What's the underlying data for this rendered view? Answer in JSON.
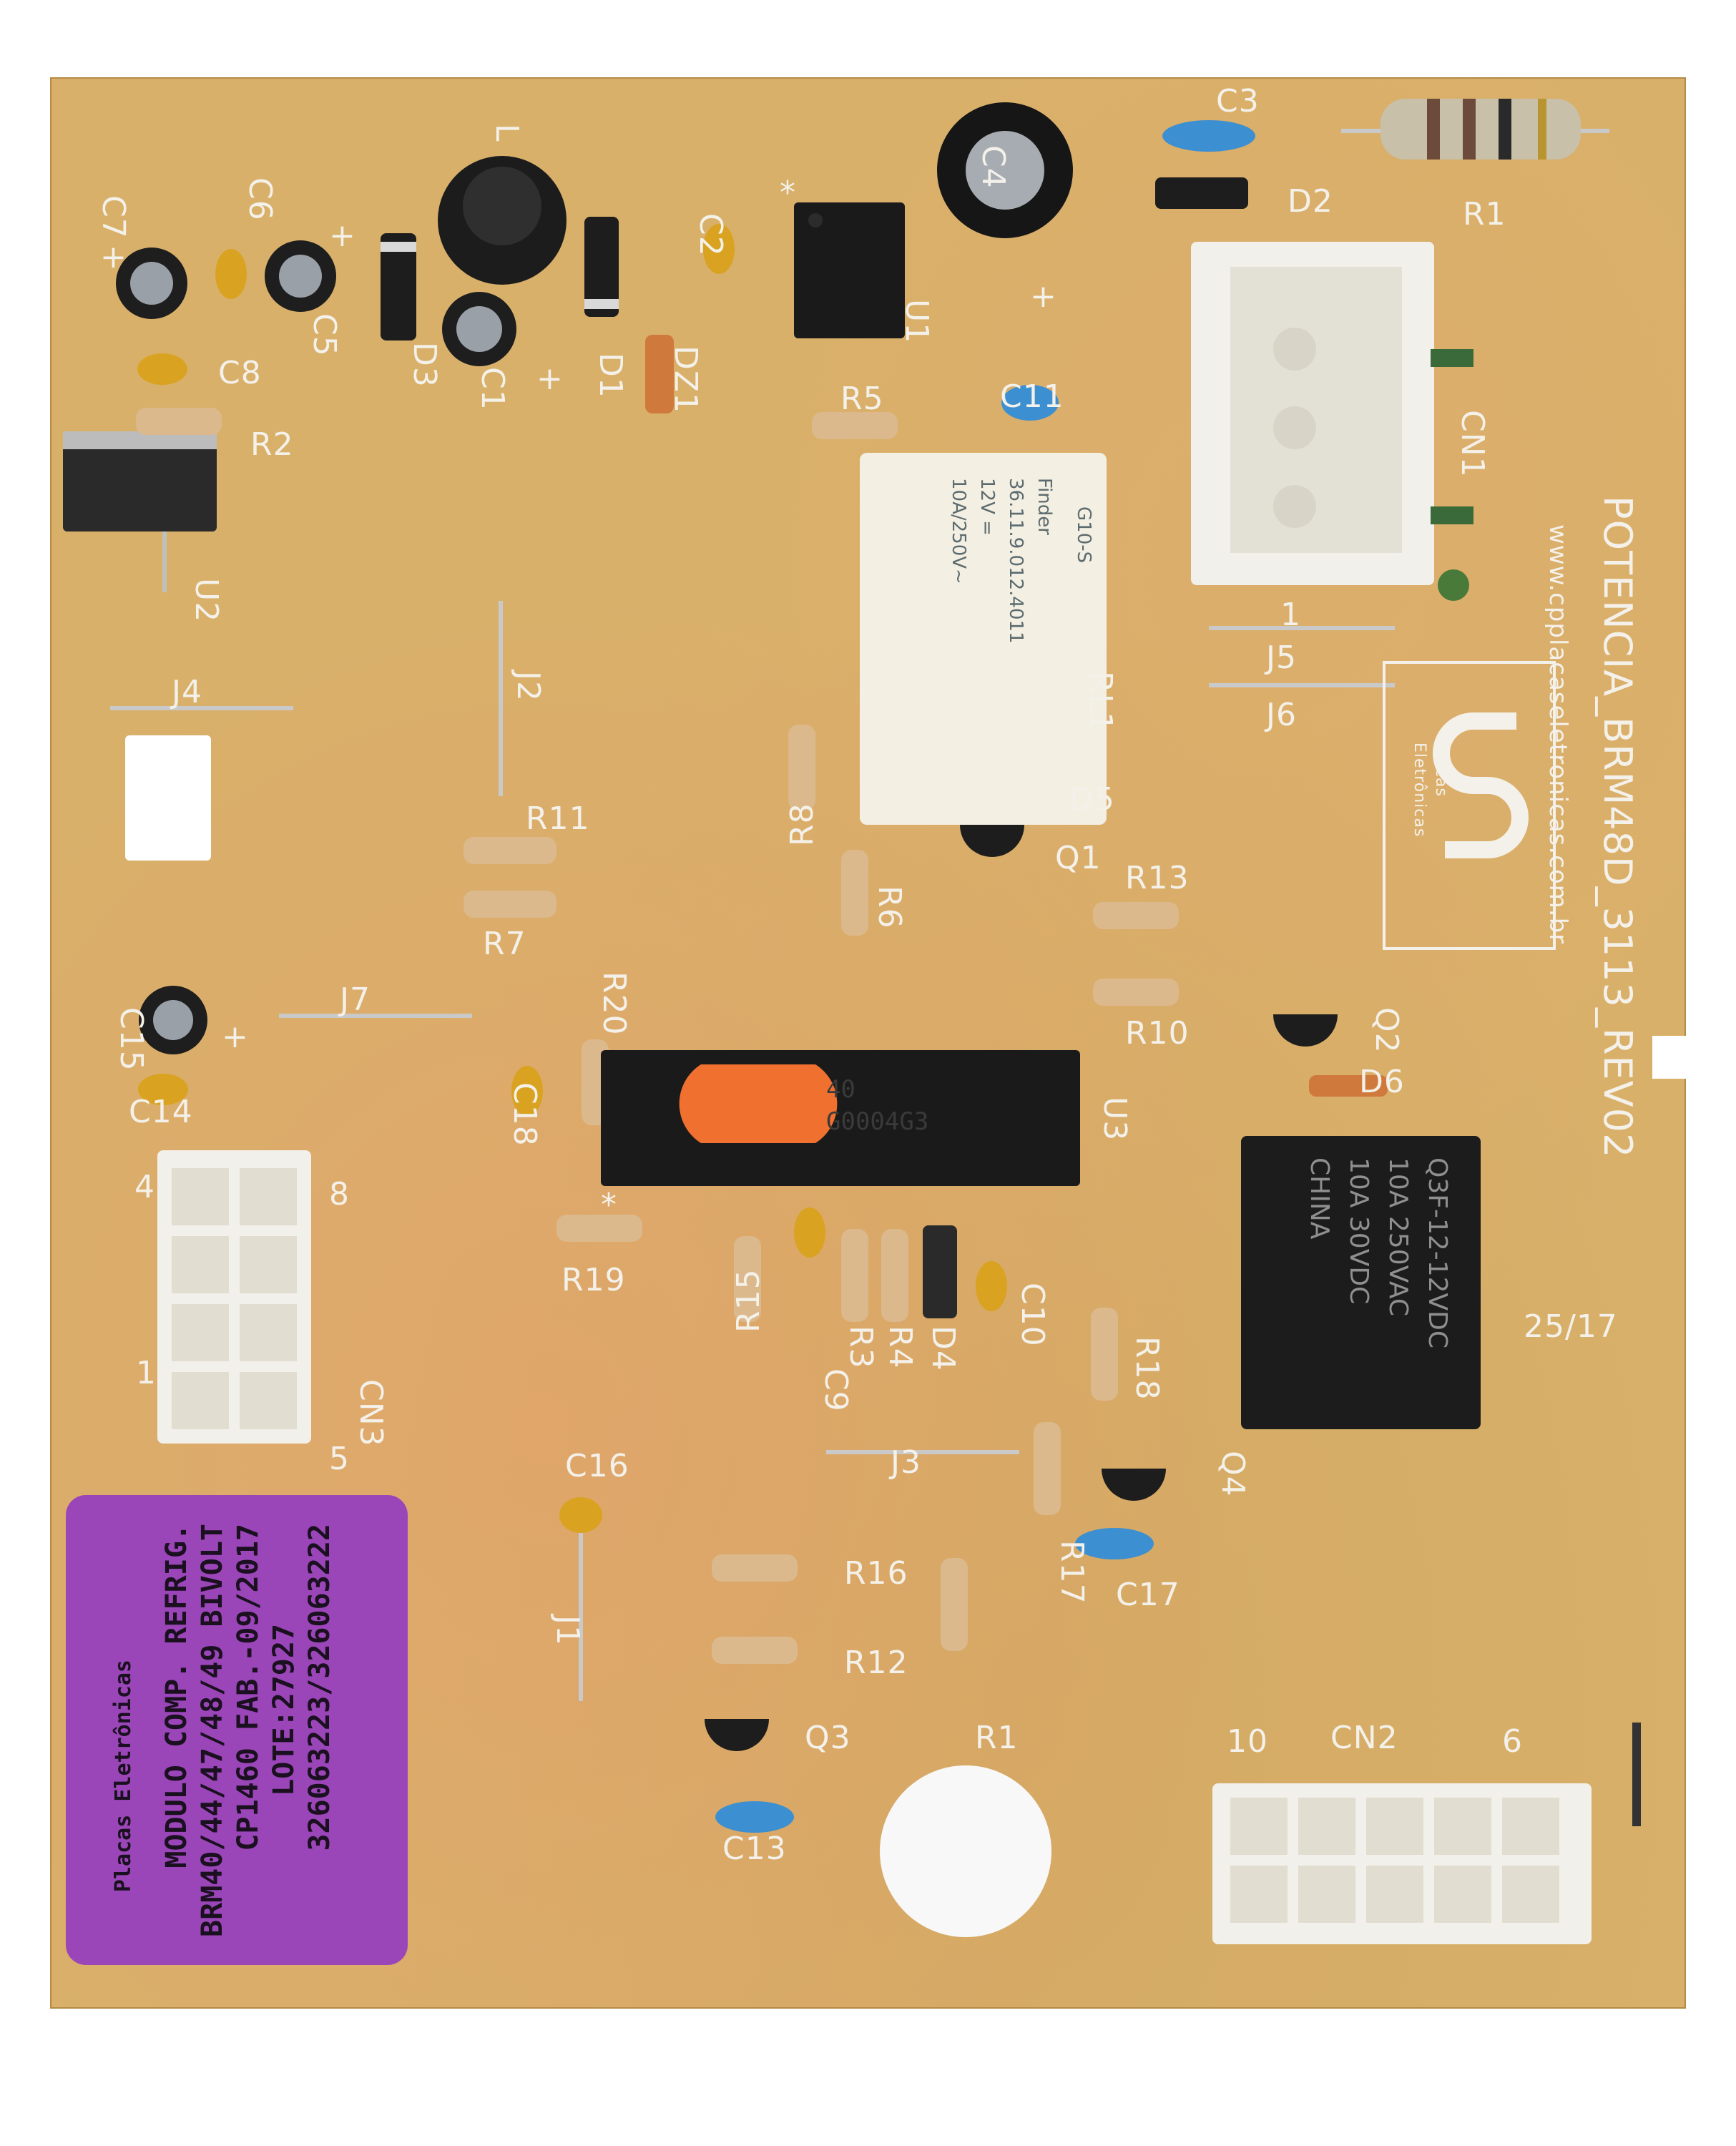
{
  "board": {
    "title": "POTENCIA_BRM48D_3113_REV02",
    "website": "www.cpplacaseletronicas.com.br",
    "date_code": "25/17",
    "logo_text_1": "Placas",
    "logo_text_2": "Eletrônicas"
  },
  "silkscreen": {
    "R1": "R1",
    "R2": "R2",
    "R3": "R3",
    "R4": "R4",
    "R5": "R5",
    "R6": "R6",
    "R7": "R7",
    "R8": "R8",
    "R10": "R10",
    "R11": "R11",
    "R12": "R12",
    "R13": "R13",
    "R15": "R15",
    "R16": "R16",
    "R17": "R17",
    "R18": "R18",
    "R19": "R19",
    "R20": "R20",
    "R1b": "R1",
    "C1": "C1",
    "C2": "C2",
    "C3": "C3",
    "C4": "C4",
    "C5": "C5",
    "C6": "C6",
    "C7": "C7",
    "C8": "C8",
    "C9": "C9",
    "C10": "C10",
    "C11": "C11",
    "C13": "C13",
    "C14": "C14",
    "C15": "C15",
    "C16": "C16",
    "C17": "C17",
    "C18": "C18",
    "D1": "D1",
    "D2": "D2",
    "D3": "D3",
    "D4": "D4",
    "D5": "D5",
    "D6": "D6",
    "DZ1": "DZ1",
    "Q1": "Q1",
    "Q2": "Q2",
    "Q3": "Q3",
    "Q4": "Q4",
    "U1": "U1",
    "U2": "U2",
    "U3": "U3",
    "J1": "J1",
    "J2": "J2",
    "J3": "J3",
    "J4": "J4",
    "J5": "J5",
    "J6": "J6",
    "J7": "J7",
    "CN1": "CN1",
    "CN2": "CN2",
    "CN3": "CN3",
    "RL1": "RL1",
    "L": "L",
    "cn3_pin4": "4",
    "cn3_pin8": "8",
    "cn3_pin1": "1",
    "cn3_pin5": "5",
    "cn2_pin10": "10",
    "cn2_pin6": "6",
    "cn1_pin1": "1",
    "plus1": "+",
    "plus2": "+",
    "plus3": "+",
    "plus4": "+",
    "plus5": "+",
    "star1": "*",
    "star2": "*"
  },
  "components": {
    "relay1": {
      "brand": "Finder",
      "line1": "36.11.9.012.4011",
      "line2": "12V =",
      "line3": "10A/250V~",
      "line4": "G10-S"
    },
    "relay2": {
      "line1": "Q3F-12-12VDC",
      "line2": "10A 250VAC",
      "line3": "10A 30VDC",
      "line4": "CHINA"
    },
    "mcu": {
      "marking1": "40",
      "marking2": "G0004G3"
    }
  },
  "sticker": {
    "line1": "Placas Eletrônicas",
    "line2": "MODULO COMP. REFRIG.",
    "line3": "BRM40/44/47/48/49 BIVOLT",
    "line4": "CP1460    FAB.-09/2017",
    "line5": "LOTE:27927",
    "line6": "326063223/326063222"
  },
  "colors": {
    "pcb": "#d8b06a",
    "silkscreen": "#f4f1ea",
    "sticker": "#9b46b8",
    "connector": "#f2f0ea",
    "relay_white": "#f3efe2",
    "relay_black": "#1c1c1c",
    "mcu_dot": "#f07030"
  }
}
